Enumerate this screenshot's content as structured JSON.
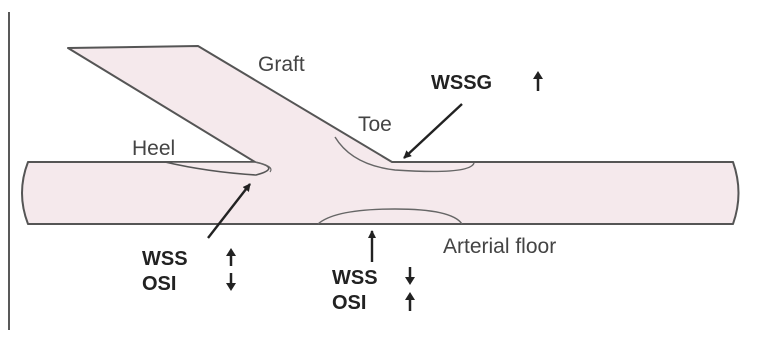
{
  "diagram": {
    "vessel_labels": {
      "graft": "Graft",
      "toe": "Toe",
      "heel": "Heel",
      "arterial_floor": "Arterial floor"
    },
    "annotations": {
      "toe_marker": "WSSG",
      "heel_wss": "WSS",
      "heel_osi": "OSI",
      "floor_wss": "WSS",
      "floor_osi": "OSI"
    },
    "colors": {
      "vessel_fill": "#f5e9ec",
      "outline": "#555555",
      "text": "#222222"
    }
  }
}
